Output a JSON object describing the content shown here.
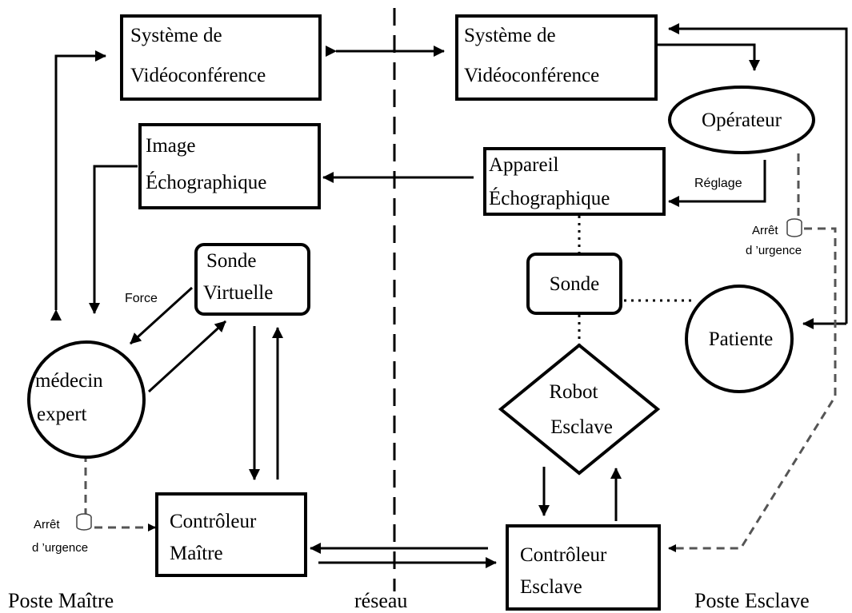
{
  "nodes": {
    "video_master": [
      "Système de",
      "Vidéoconférence"
    ],
    "video_slave": [
      "Système de",
      "Vidéoconférence"
    ],
    "image_echo": [
      "Image",
      "Échographique"
    ],
    "appareil_echo": [
      "Appareil",
      "Échographique"
    ],
    "operateur": "Opérateur",
    "sonde_virtuelle": [
      "Sonde",
      "Virtuelle"
    ],
    "sonde": "Sonde",
    "patiente": "Patiente",
    "medecin": [
      "médecin",
      "expert"
    ],
    "robot": [
      "Robot",
      "Esclave"
    ],
    "controleur_maitre": [
      "Contrôleur",
      "Maître"
    ],
    "controleur_esclave": [
      "Contrôleur",
      "Esclave"
    ]
  },
  "edge_labels": {
    "force": "Force",
    "reglage": "Réglage",
    "arret_master": [
      "Arrêt",
      "d ’urgence"
    ],
    "arret_slave": [
      "Arrêt",
      "d ’urgence"
    ]
  },
  "sections": {
    "master": "Poste Maître",
    "network": "réseau",
    "slave": "Poste Esclave"
  }
}
